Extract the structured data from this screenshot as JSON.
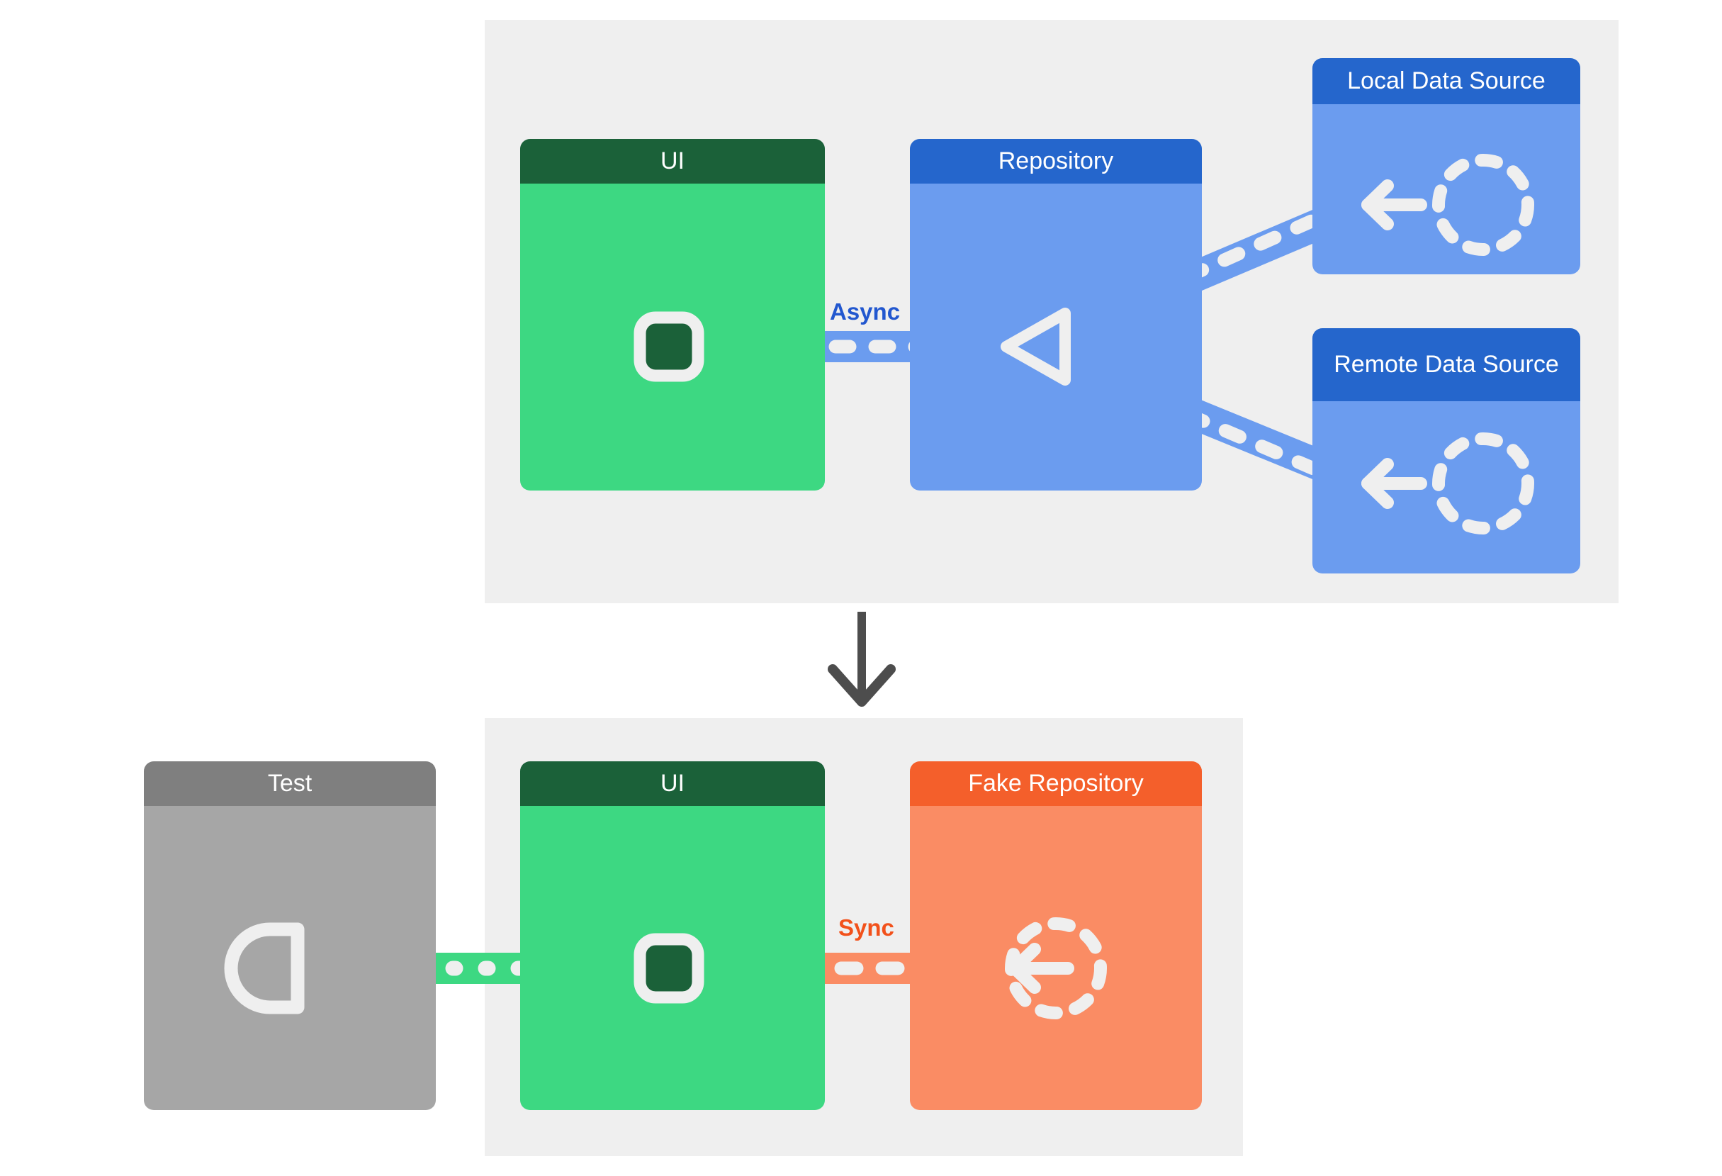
{
  "diagram": {
    "title_visible": false,
    "panels": {
      "production": {
        "name": "production-architecture-panel",
        "background": "#efefef"
      },
      "test": {
        "name": "test-architecture-panel",
        "background": "#efefef"
      }
    },
    "flow_arrow": {
      "name": "downward-flow-arrow",
      "direction": "down",
      "color": "#4d4d4d"
    }
  },
  "production": {
    "ui": {
      "label": "UI",
      "header_color": "#1b6139",
      "body_color": "#3dd882",
      "connector": "plug"
    },
    "repository": {
      "label": "Repository",
      "header_color": "#2566cc",
      "body_color": "#6b9cef",
      "connector": "triangle-left"
    },
    "local_data_source": {
      "label": "Local Data Source",
      "header_color": "#2566cc",
      "body_color": "#6b9cef",
      "connector": "dashed-circle"
    },
    "remote_data_source": {
      "label": "Remote Data Source",
      "header_color": "#2566cc",
      "body_color": "#6b9cef",
      "connector": "dashed-circle"
    },
    "edge_label": {
      "text": "Async",
      "color": "#2257cf"
    },
    "connection_color": "#6b9cef"
  },
  "test": {
    "test_box": {
      "label": "Test",
      "header_color": "#7f7f7f",
      "body_color": "#a6a6a6",
      "connector": "socket"
    },
    "ui": {
      "label": "UI",
      "header_color": "#1b6139",
      "body_color": "#3dd882",
      "connector": "plug"
    },
    "fake_repository": {
      "label": "Fake Repository",
      "header_color": "#f45f2b",
      "body_color": "#fa8c64",
      "connector": "dashed-circle"
    },
    "edge_label": {
      "text": "Sync",
      "color": "#f2511b"
    },
    "test_connection_color": "#3dd882",
    "sync_connection_color": "#fa8c64"
  }
}
